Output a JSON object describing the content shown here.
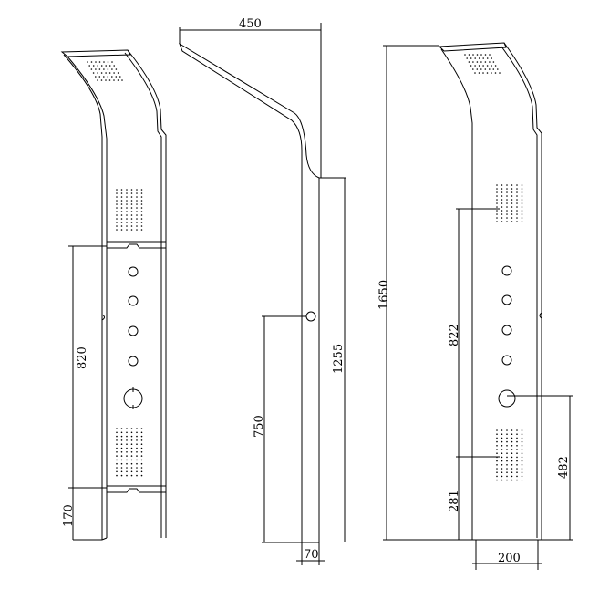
{
  "title": "Shower panel dimension drawing",
  "views": {
    "front": {
      "dim_upper": "820",
      "dim_lower": "170"
    },
    "side": {
      "dim_width_top": "450",
      "dim_height": "1255",
      "dim_outlet": "750",
      "dim_depth": "70"
    },
    "back": {
      "dim_total": "1650",
      "dim_upper": "822",
      "dim_lower": "281",
      "dim_dial": "482",
      "dim_width": "200"
    }
  },
  "colors": {
    "line": "#000000",
    "background": "#ffffff"
  }
}
